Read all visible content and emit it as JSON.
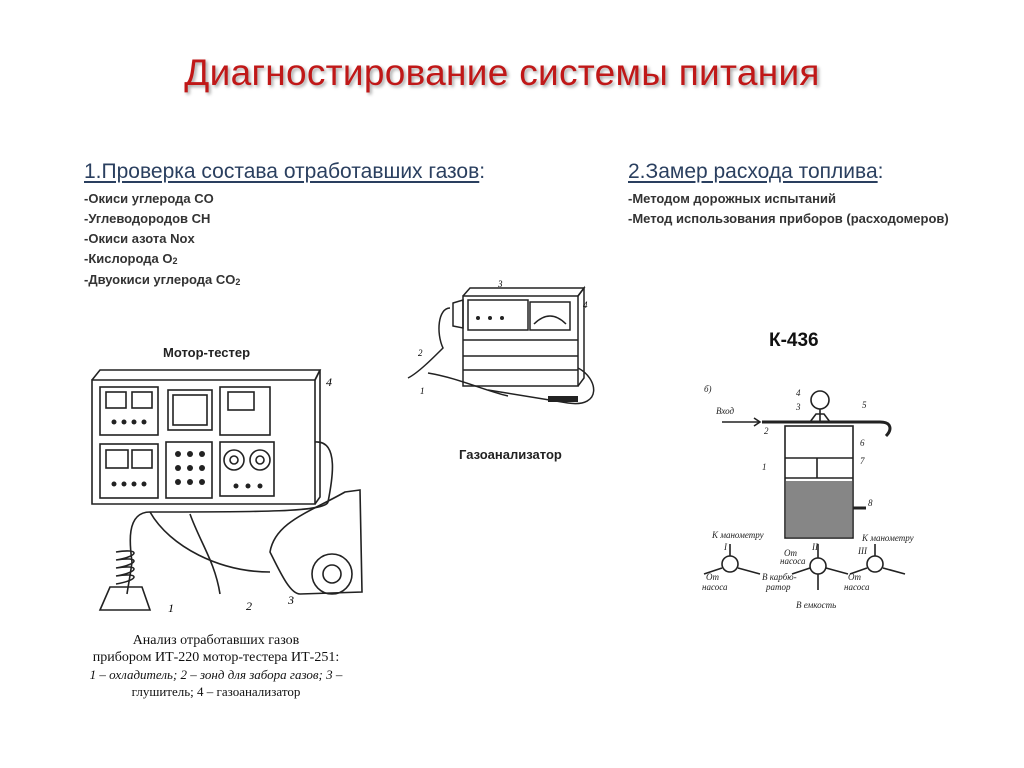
{
  "slide": {
    "title": "Диагностирование системы питания"
  },
  "section1": {
    "heading": "1.Проверка состава отработавших газов",
    "colon": ":",
    "items": [
      {
        "text": "-Окиси углерода CO"
      },
      {
        "text": "-Углеводородов CH"
      },
      {
        "text": "-Окиси азота Nox"
      },
      {
        "text": "-Кислорода O",
        "sub": "2"
      },
      {
        "text": "-Двуокиси углерода CO",
        "sub": "2"
      }
    ]
  },
  "section2": {
    "heading": "2.Замер расхода топлива",
    "colon": ":",
    "items": [
      {
        "text": "-Методом дорожных испытаний"
      },
      {
        "text": "-Метод использования приборов (расходомеров)"
      }
    ]
  },
  "motor_tester": {
    "caption": "Мотор-тестер",
    "callouts": [
      "1",
      "2",
      "3",
      "4"
    ],
    "figure_caption": {
      "line1": "Анализ отработавших газов",
      "line2": "прибором ИТ-220 мотор-тестера ИТ-251:",
      "line3": "1 – охладитель; 2 – зонд для забора газов; 3 –",
      "line4": "глушитель; 4 – газоанализатор"
    }
  },
  "gas_analyzer": {
    "caption": "Газоанализатор",
    "callouts": [
      "1",
      "2",
      "3",
      "4"
    ]
  },
  "k436": {
    "caption": "К-436",
    "label_b": "б)",
    "inlet": "Вход",
    "callouts": [
      "1",
      "2",
      "3",
      "4",
      "5",
      "6",
      "7",
      "8"
    ],
    "to_manometer_left": "К манометру",
    "to_manometer_right": "К манометру",
    "roman": [
      "I",
      "II",
      "III"
    ],
    "from_pump_1": "От",
    "from_pump_1b": "насоса",
    "from_pump_2": "От",
    "from_pump_2b": "насоса",
    "from_pump_3": "От",
    "from_pump_3b": "насоса",
    "to_carb": "В карбю-",
    "to_carb_b": "ратор",
    "to_tank": "В емкость"
  }
}
